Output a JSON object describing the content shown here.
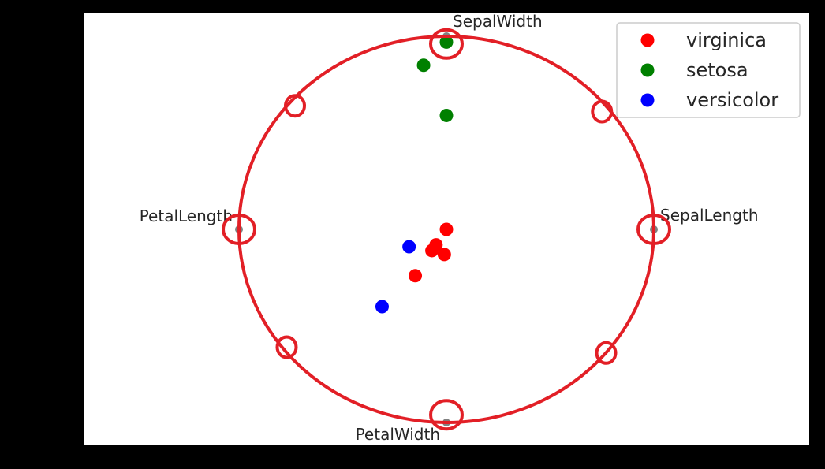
{
  "chart_data": {
    "type": "scatter",
    "title": "",
    "xlabel": "",
    "ylabel": "",
    "xlim": [
      -1.05,
      1.05
    ],
    "ylim": [
      -1.05,
      1.05
    ],
    "grid": false,
    "legend_position": "top-right",
    "colors": {
      "background": "#000000",
      "plot_area": "#ffffff",
      "anchor": "#808080",
      "annotation": "#e21f26",
      "virginica": "#ff0000",
      "setosa": "#008000",
      "versicolor": "#0000ff"
    },
    "anchors": [
      {
        "label": "SepalLength",
        "x": 1.0,
        "y": 0.0
      },
      {
        "label": "SepalWidth",
        "x": 0.0,
        "y": 1.0
      },
      {
        "label": "PetalLength",
        "x": -1.0,
        "y": 0.0
      },
      {
        "label": "PetalWidth",
        "x": 0.0,
        "y": -1.0
      }
    ],
    "series": [
      {
        "name": "virginica",
        "points": [
          {
            "x": 0.0,
            "y": 0.0
          },
          {
            "x": -0.05,
            "y": -0.08
          },
          {
            "x": -0.07,
            "y": -0.11
          },
          {
            "x": -0.01,
            "y": -0.13
          },
          {
            "x": -0.15,
            "y": -0.24
          }
        ]
      },
      {
        "name": "setosa",
        "points": [
          {
            "x": 0.0,
            "y": 0.97
          },
          {
            "x": -0.11,
            "y": 0.85
          },
          {
            "x": 0.0,
            "y": 0.59
          }
        ]
      },
      {
        "name": "versicolor",
        "points": [
          {
            "x": -0.18,
            "y": -0.09
          },
          {
            "x": -0.31,
            "y": -0.4
          }
        ]
      }
    ],
    "annotations": {
      "big_circle": {
        "cx": 0.0,
        "cy": 0.0,
        "r": 1.0
      },
      "small_circles": [
        {
          "x": 0.0,
          "y": 0.96
        },
        {
          "x": 0.75,
          "y": 0.61
        },
        {
          "x": 1.0,
          "y": 0.0
        },
        {
          "x": 0.77,
          "y": -0.64
        },
        {
          "x": 0.0,
          "y": -0.96
        },
        {
          "x": -0.77,
          "y": -0.61
        },
        {
          "x": -1.0,
          "y": 0.0
        },
        {
          "x": -0.73,
          "y": 0.64
        }
      ]
    }
  }
}
